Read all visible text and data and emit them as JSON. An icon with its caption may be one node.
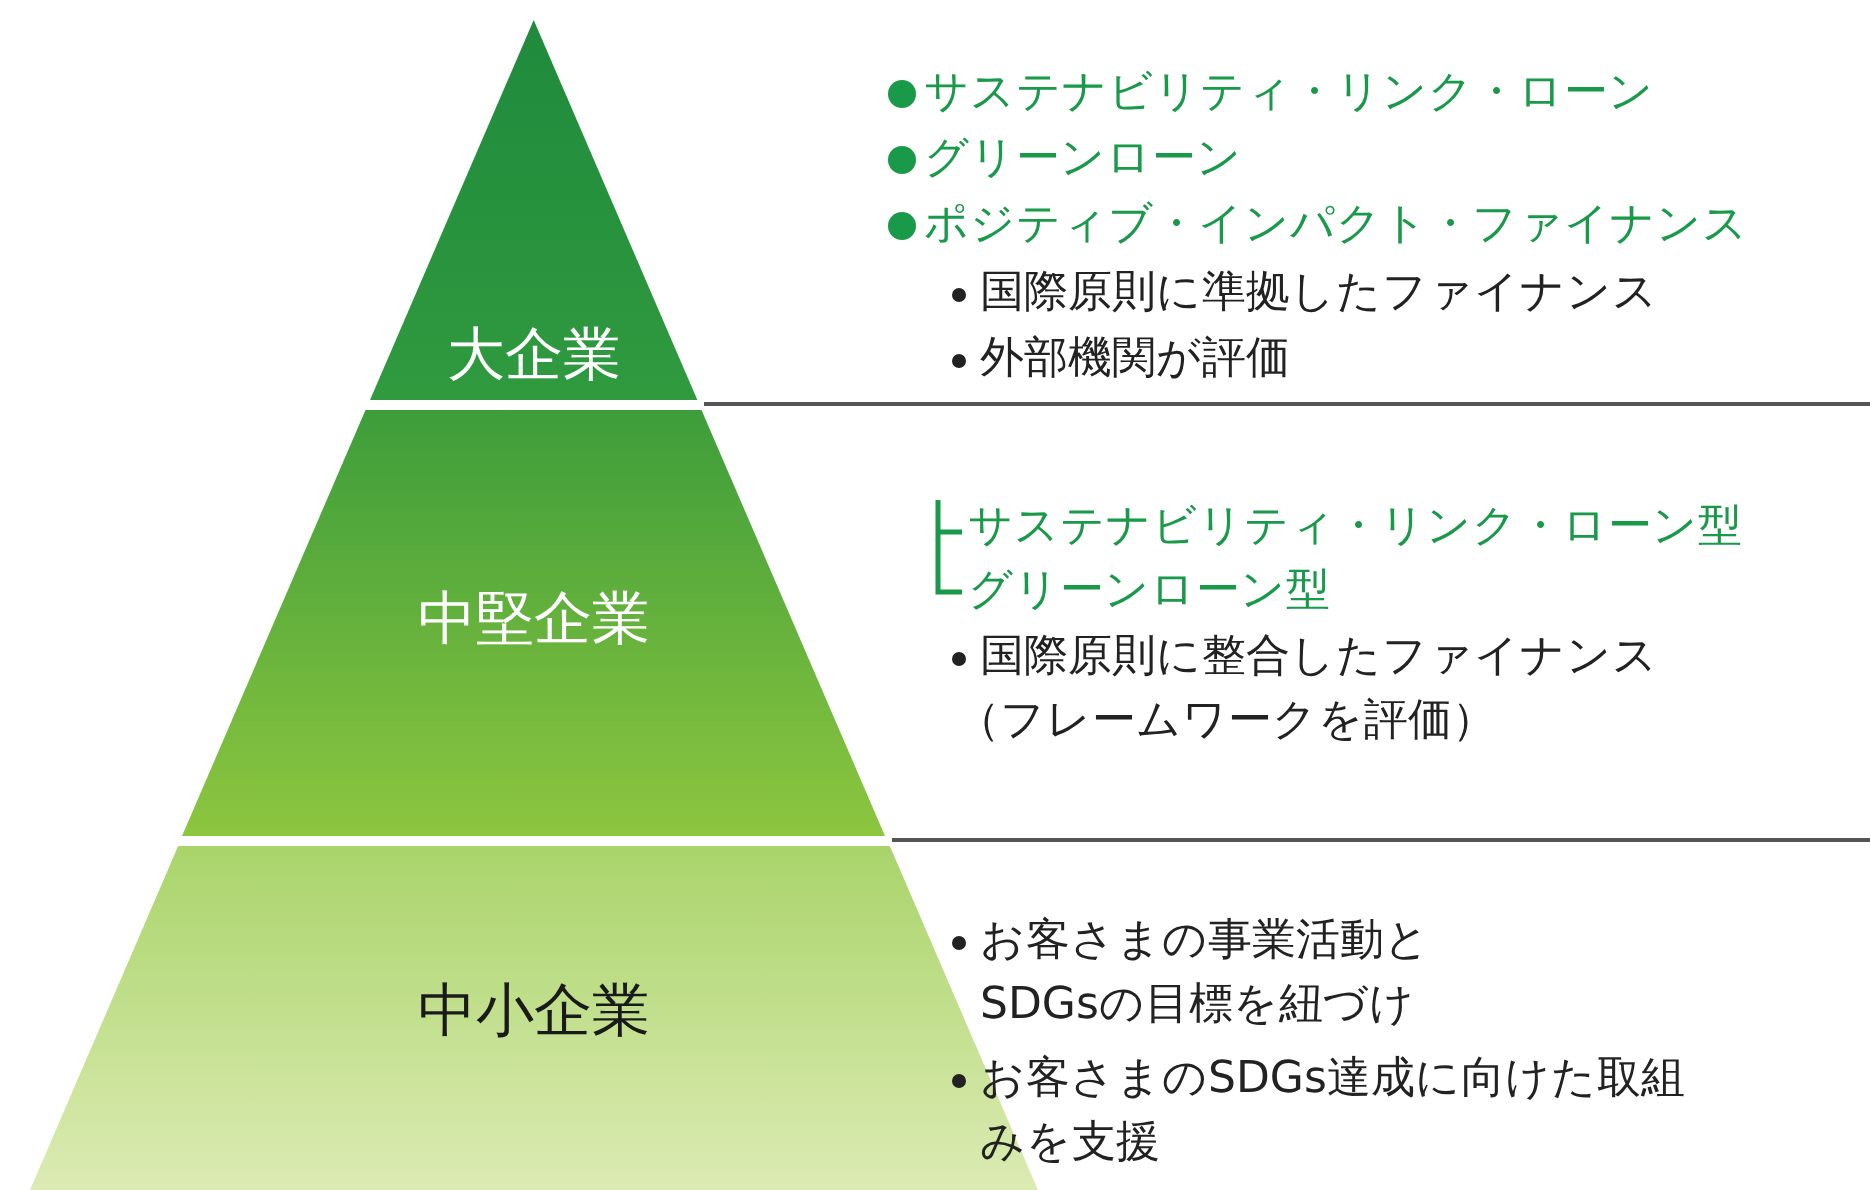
{
  "diagram": {
    "nodes": [
      {
        "text": [
          "大企業"
        ]
      },
      {
        "text": [
          "中堅企業"
        ]
      },
      {
        "text": [
          "中小企業"
        ]
      }
    ],
    "labels": [
      "サステナビリティ・リンク・ローン",
      "グリーンローン",
      "ポジティブ・インパクト・ファイナンス",
      "国際原則に準拠したファイナンス",
      "外部機関が評価",
      "サステナビリティ・リンク・ローン型",
      "グリーンローン型",
      "国際原則に整合したファイナンス",
      "（フレームワークを評価）",
      "お客さまの事業活動とSDGsの目標を紐づけ",
      "お客さまのSDGs達成に向けた取組みを支援"
    ]
  }
}
